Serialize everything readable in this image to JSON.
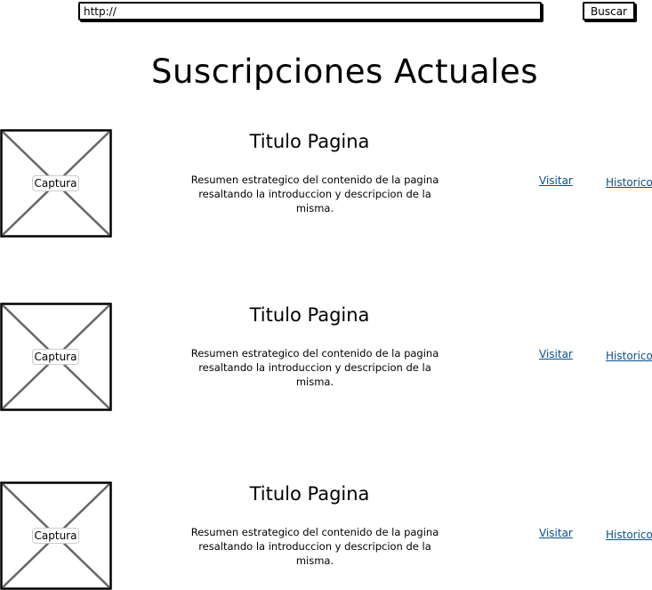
{
  "toolbar": {
    "url_value": "http://",
    "search_label": "Buscar"
  },
  "page": {
    "title": "Suscripciones Actuales"
  },
  "items": [
    {
      "capture_label": "Captura",
      "title": "Titulo Pagina",
      "summary": "Resumen estrategico del contenido de la pagina resaltando la introduccion y descripcion de la misma.",
      "visit_label": "Visitar",
      "history_label": "Historico"
    },
    {
      "capture_label": "Captura",
      "title": "Titulo Pagina",
      "summary": "Resumen estrategico del contenido de la pagina resaltando la introduccion y descripcion de la misma.",
      "visit_label": "Visitar",
      "history_label": "Historico"
    },
    {
      "capture_label": "Captura",
      "title": "Titulo Pagina",
      "summary": "Resumen estrategico del contenido de la pagina resaltando la introduccion y descripcion de la misma.",
      "visit_label": "Visitar",
      "history_label": "Historico"
    }
  ]
}
